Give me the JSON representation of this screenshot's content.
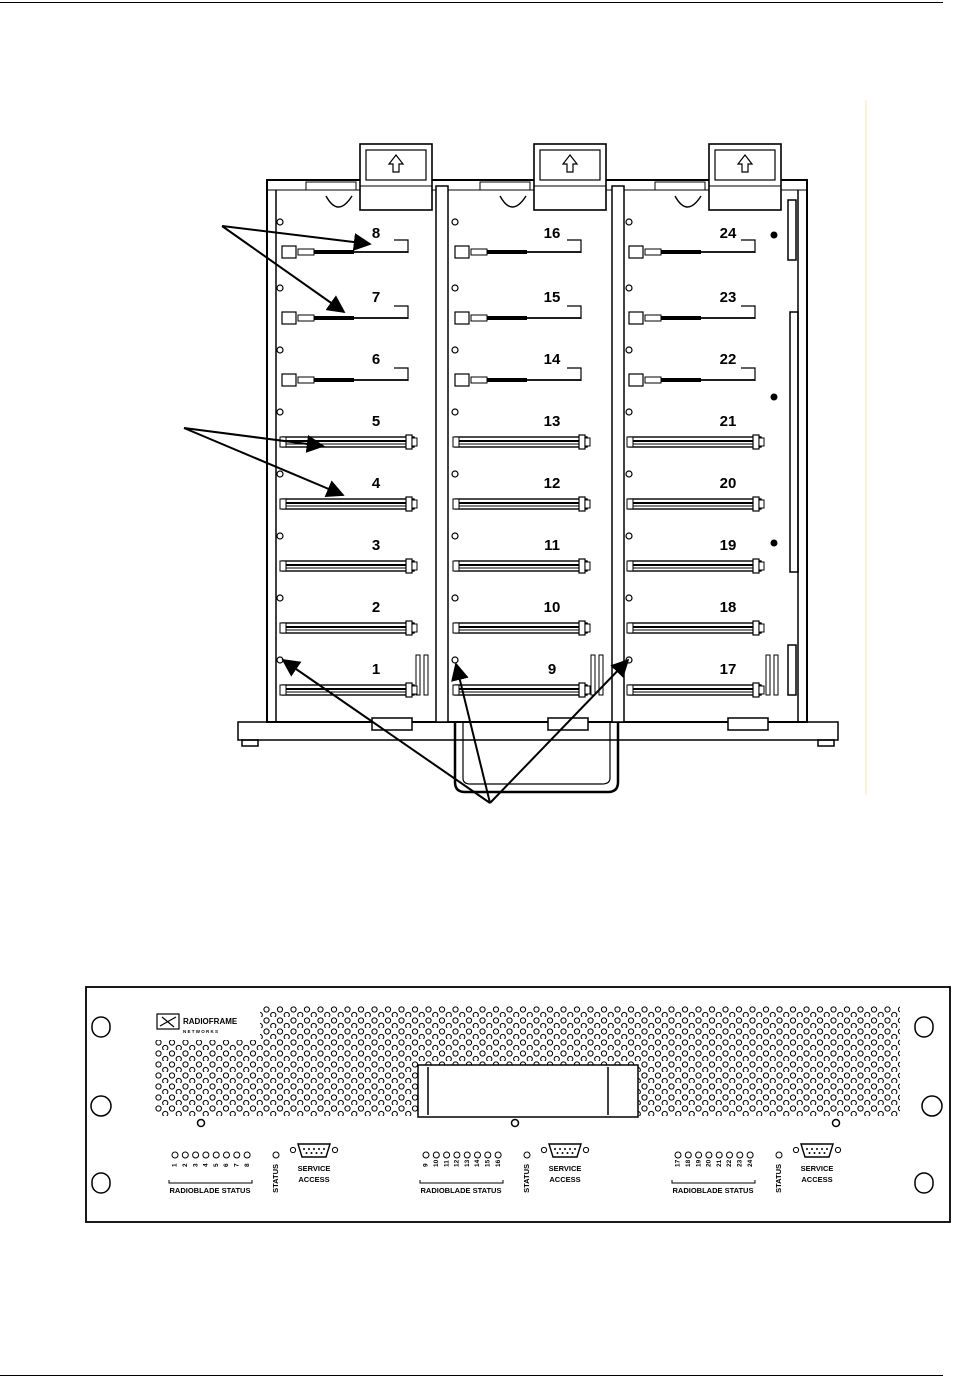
{
  "top_view": {
    "slot_labels": [
      "1",
      "2",
      "3",
      "4",
      "5",
      "6",
      "7",
      "8",
      "9",
      "10",
      "11",
      "12",
      "13",
      "14",
      "15",
      "16",
      "17",
      "18",
      "19",
      "20",
      "21",
      "22",
      "23",
      "24"
    ],
    "upper_slots_per_bay": 3,
    "bays": 3
  },
  "front_panel": {
    "brand": "RADIOFRAME",
    "brand_sub": "N E T W O R K S",
    "sections": [
      {
        "numbers": [
          "1",
          "2",
          "3",
          "4",
          "5",
          "6",
          "7",
          "8"
        ],
        "blade_status_label": "RADIOBLADE STATUS",
        "status_label": "STATUS",
        "service_label_1": "SERVICE",
        "service_label_2": "ACCESS"
      },
      {
        "numbers": [
          "9",
          "10",
          "11",
          "12",
          "13",
          "14",
          "15",
          "16"
        ],
        "blade_status_label": "RADIOBLADE STATUS",
        "status_label": "STATUS",
        "service_label_1": "SERVICE",
        "service_label_2": "ACCESS"
      },
      {
        "numbers": [
          "17",
          "18",
          "19",
          "20",
          "21",
          "22",
          "23",
          "24"
        ],
        "blade_status_label": "RADIOBLADE STATUS",
        "status_label": "STATUS",
        "service_label_1": "SERVICE",
        "service_label_2": "ACCESS"
      }
    ]
  }
}
